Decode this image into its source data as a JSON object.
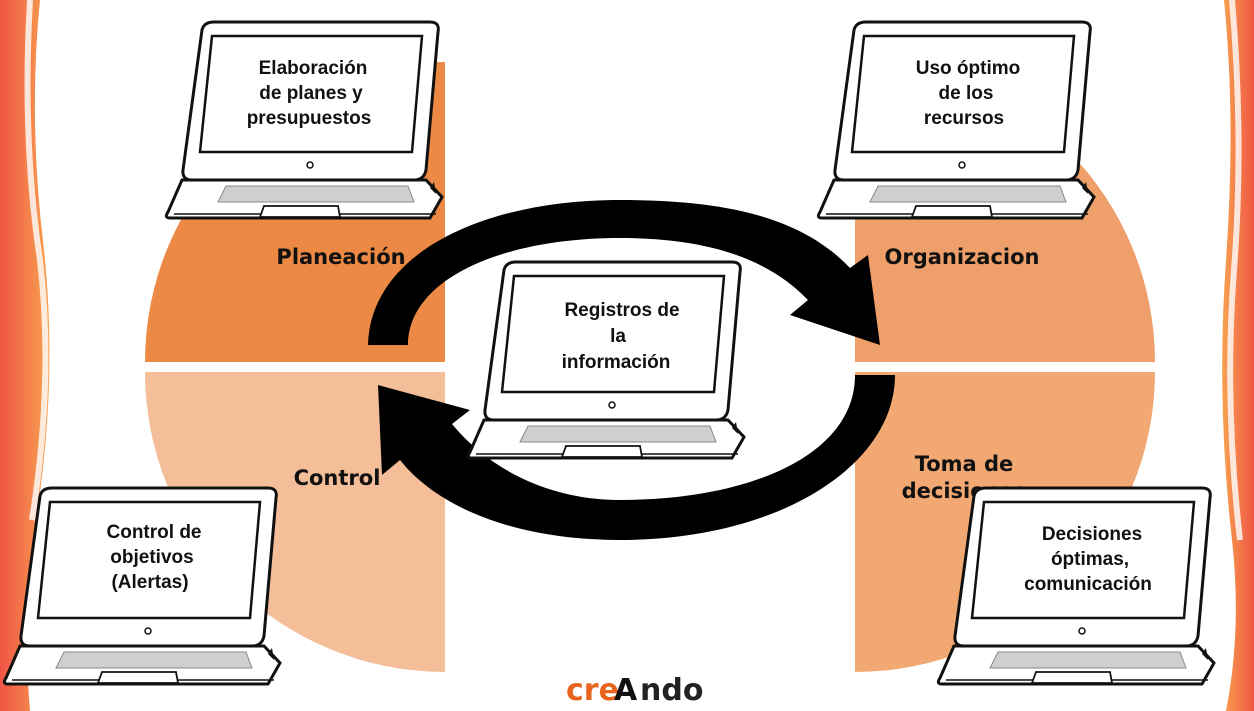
{
  "quadrants": [
    {
      "id": "planeacion",
      "title": "Planeación",
      "color": "#EC8A45"
    },
    {
      "id": "organizacion",
      "title": "Organizacion",
      "color": "#EFA06A"
    },
    {
      "id": "control",
      "title": "Control",
      "color": "#F3BE98"
    },
    {
      "id": "toma",
      "title_lines": [
        "Toma de",
        "decisiones"
      ],
      "color": "#F1A872"
    }
  ],
  "laptops": {
    "planeacion": [
      "Elaboración",
      "de planes y",
      "presupuestos"
    ],
    "organizacion": [
      "Uso óptimo",
      "de los",
      "recursos"
    ],
    "center": [
      "Registros de",
      "la",
      "información"
    ],
    "control": [
      "Control de",
      "objetivos",
      "(Alertas)"
    ],
    "toma": [
      "Decisiones",
      "óptimas,",
      "comunicación"
    ]
  },
  "logo": {
    "prefix": "cre",
    "letter": "A",
    "suffix": "ndo",
    "prefix_color": "#E8641E",
    "suffix_color": "#222222"
  },
  "colors": {
    "border_red": "#E8473E",
    "border_orange": "#F59A3A",
    "arrow": "#000000"
  }
}
